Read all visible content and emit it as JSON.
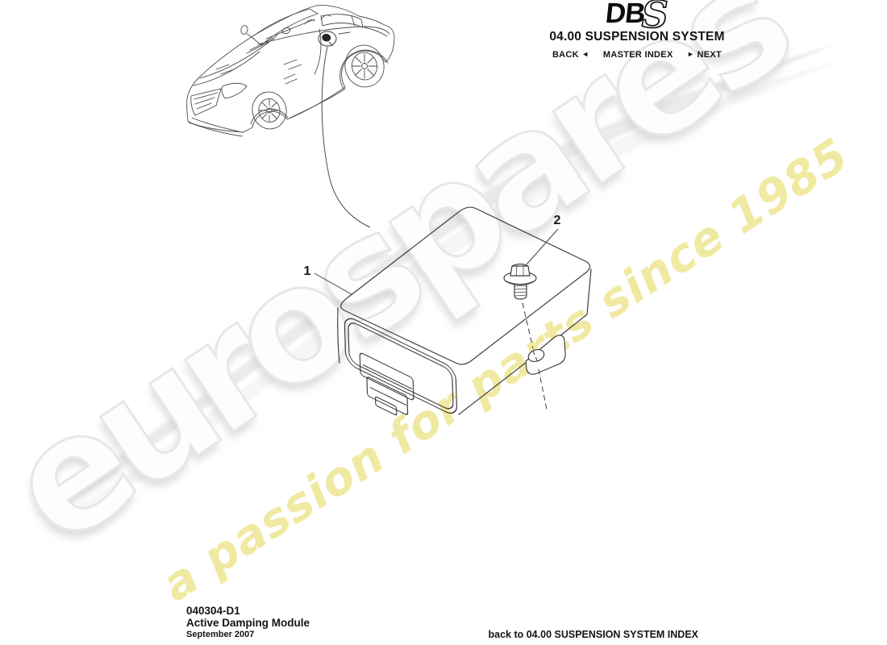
{
  "header": {
    "logo": {
      "db": "DB",
      "s": "S"
    },
    "section_title": "04.00 SUSPENSION SYSTEM",
    "nav": {
      "back_label": "BACK",
      "back_arrow": "◄",
      "master_index_label": "MASTER INDEX",
      "next_arrow": "►",
      "next_label": "NEXT"
    }
  },
  "diagram": {
    "callouts": {
      "item1": "1",
      "item2": "2"
    }
  },
  "footer": {
    "part_code": "040304-D1",
    "part_title": "Active Damping Module",
    "date": "September 2007",
    "index_link_label": "back to 04.00 SUSPENSION SYSTEM INDEX"
  },
  "watermark": {
    "brand": "eurospares",
    "tagline": "a passion for parts since 1985",
    "tagline_color": "#f0e9a2",
    "brand_outline_color": "#e7e7e7",
    "swoosh_color": "#e9e9e9",
    "line_color": "#474747"
  }
}
